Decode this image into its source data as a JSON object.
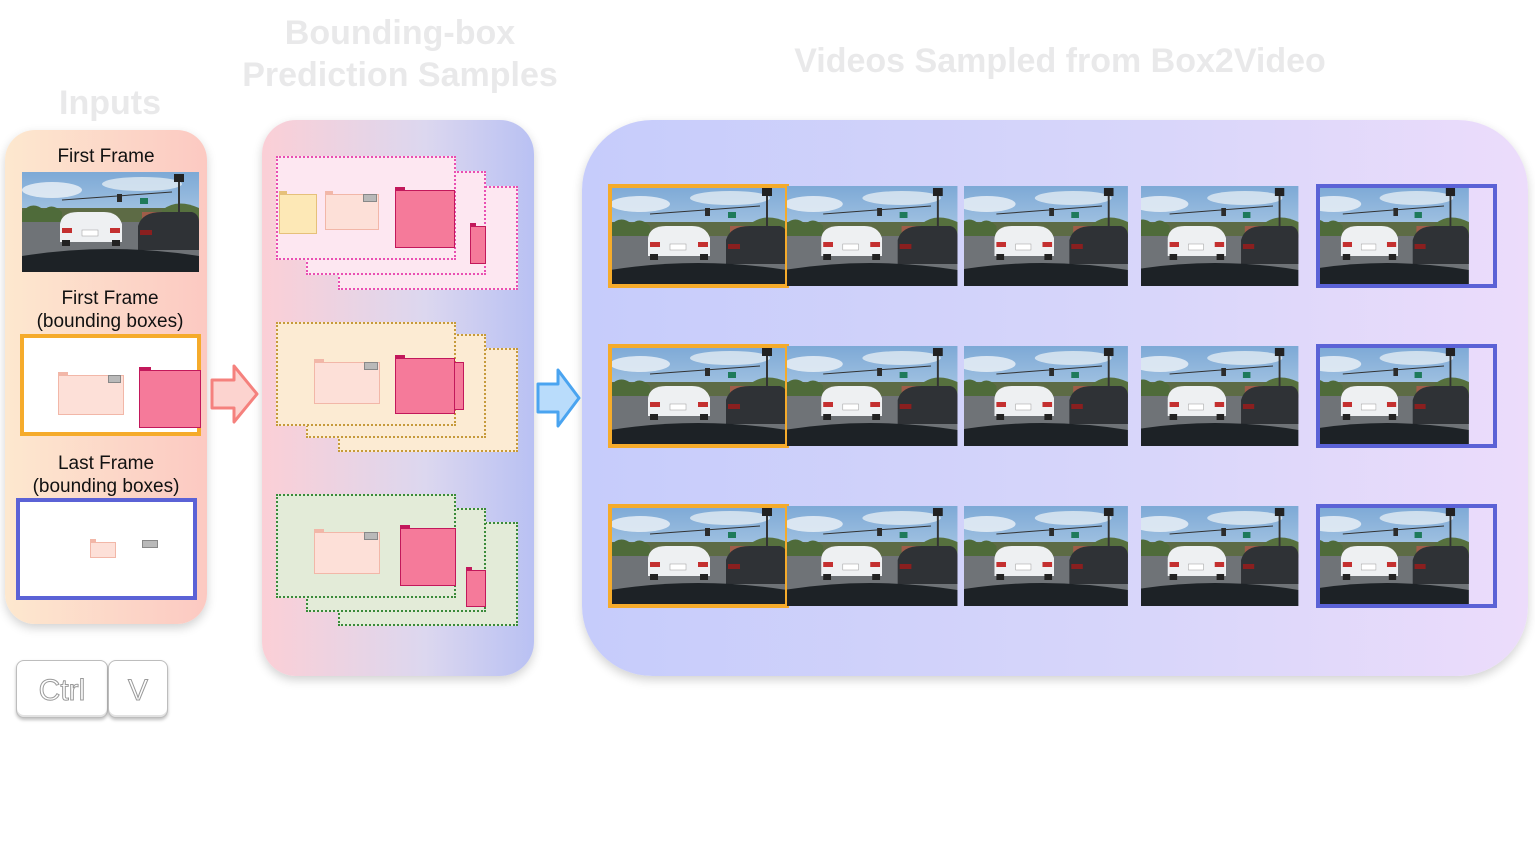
{
  "headings": {
    "inputs": "Inputs",
    "bbox_line1": "Bounding-box",
    "bbox_line2": "Prediction Samples",
    "videos": "Videos Sampled from Box2Video"
  },
  "inputs_panel": {
    "first_frame_label": "First Frame",
    "first_frame_boxes_line1": "First Frame",
    "first_frame_boxes_line2": "(bounding boxes)",
    "last_frame_boxes_line1": "Last Frame",
    "last_frame_boxes_line2": "(bounding boxes)"
  },
  "bbox_samples": {
    "rows": [
      {
        "border_color": "#e94fb2",
        "fill": "#fde7f1"
      },
      {
        "border_color": "#c69a3b",
        "fill": "#fcebd3"
      },
      {
        "border_color": "#3a8a3a",
        "fill": "#e3ebd8"
      }
    ]
  },
  "video_grid": {
    "rows": 3,
    "frames_per_row": 5,
    "first_frame_border": "#f5ab2b",
    "last_frame_border": "#5b62d6"
  },
  "colors": {
    "box_pink": "#f57a9a",
    "box_peach": "#fde0d8",
    "box_yellow": "#fde8b6",
    "tab_gray": "#b9b9b9",
    "arrow_red": "#f5817d",
    "arrow_blue": "#4aa4f0"
  },
  "keys": {
    "ctrl": "Ctrl",
    "v": "V"
  }
}
